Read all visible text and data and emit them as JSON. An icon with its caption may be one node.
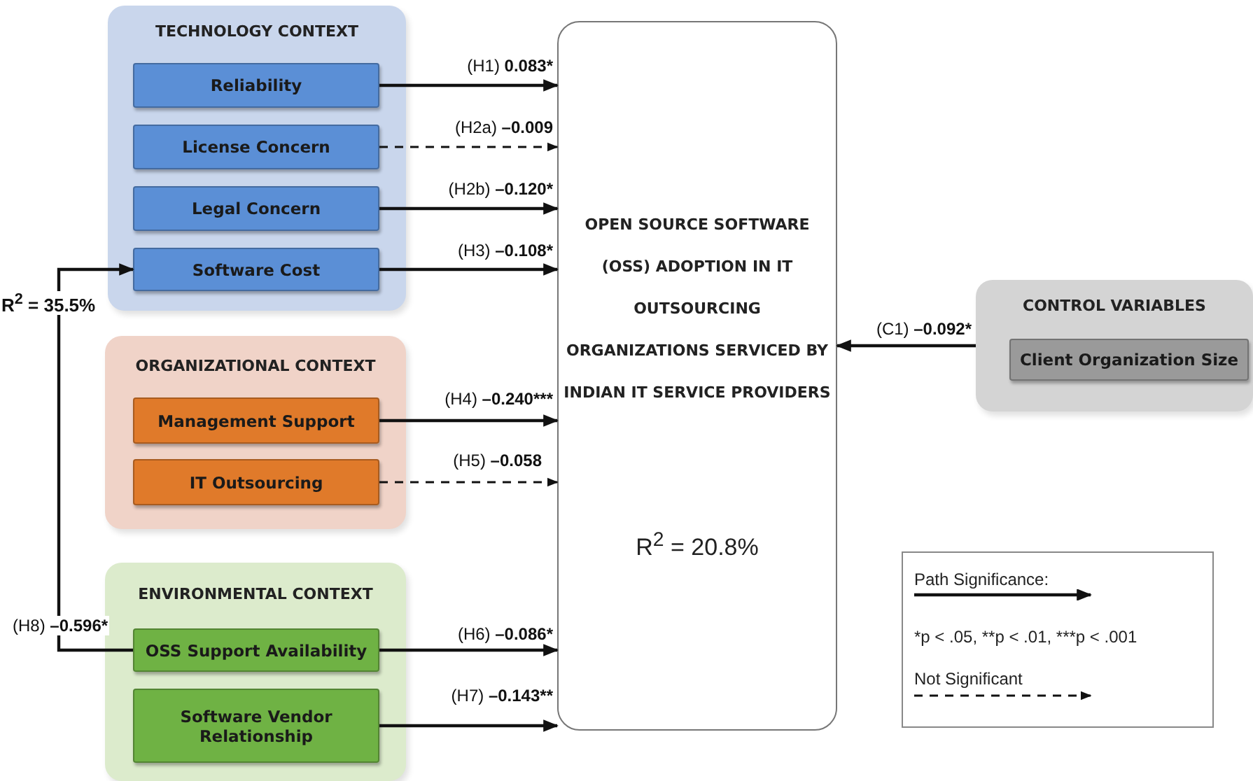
{
  "diagram": {
    "nodes": [
      {
        "text": [
          "TECHNOLOGY CONTEXT"
        ]
      },
      {
        "text": [
          "Reliability"
        ],
        "in": 0
      },
      {
        "text": [
          "License Concern"
        ],
        "in": 0
      },
      {
        "text": [
          "Legal Concern"
        ],
        "in": 0
      },
      {
        "text": [
          "Software Cost"
        ],
        "in": 0,
        "beside": [
          "R$^{2}$ = 35.5%"
        ]
      },
      {
        "text": [
          "ORGANIZATIONAL CONTEXT"
        ]
      },
      {
        "text": [
          "Management Support"
        ],
        "in": 5
      },
      {
        "text": [
          "IT Outsourcing"
        ],
        "in": 5
      },
      {
        "text": [
          "ENVIRONMENTAL CONTEXT"
        ]
      },
      {
        "text": [
          "OSS Support Availability"
        ],
        "in": 8
      },
      {
        "text": [
          "Software Vendor Relationship"
        ],
        "in": 8
      },
      {
        "text": [
          "OPEN SOURCE SOFTWARE (OSS) ADOPTION IN IT OUTSOURCING ORGANIZATIONS SERVICED BY INDIAN IT SERVICE PROVIDERS",
          "R$^{2}$ = 20.8%"
        ]
      },
      {
        "text": [
          "CONTROL VARIABLES"
        ]
      },
      {
        "text": [
          "Client Organization Size"
        ],
        "in": 12
      }
    ],
    "edges": [
      {
        "from": 1,
        "to": 11,
        "arrow": "to",
        "label": "(H1) 0.083*"
      },
      {
        "from": 2,
        "to": 11,
        "arrow": "to",
        "label": "(H2a) –0.009",
        "style": "dashed"
      },
      {
        "from": 3,
        "to": 11,
        "arrow": "to",
        "label": "(H2b) –0.120*"
      },
      {
        "from": 4,
        "to": 11,
        "arrow": "to",
        "label": "(H3) –0.108*"
      },
      {
        "from": 6,
        "to": 11,
        "arrow": "to",
        "label": "(H4) –0.240***"
      },
      {
        "from": 7,
        "to": 11,
        "arrow": "to",
        "label": "(H5) –0.058",
        "style": "dashed"
      },
      {
        "from": 9,
        "to": 11,
        "arrow": "to",
        "label": "(H6) –0.086*"
      },
      {
        "from": 10,
        "to": 11,
        "arrow": "to",
        "label": "(H7) –0.143**"
      },
      {
        "from": 12,
        "to": 11,
        "arrow": "to",
        "label": "(C1) –0.092*"
      },
      {
        "from": 9,
        "to": 4,
        "arrow": "to",
        "label": "(H8) –0.596*"
      }
    ],
    "legend": [
      {
        "text": "Path Significance:"
      },
      {
        "text": "*p < .05, **p < .01, ***p < .001"
      },
      {
        "text": "Not Significant"
      }
    ]
  }
}
